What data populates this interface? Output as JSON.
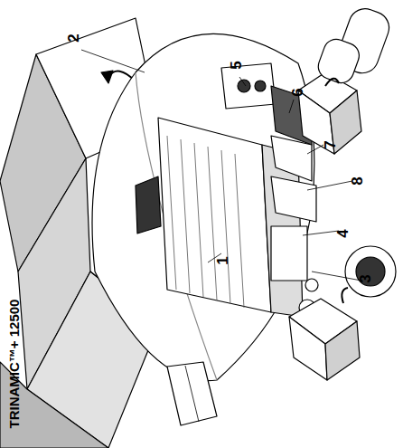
{
  "diagram": {
    "title": "TRINAMIC™+ 12500",
    "labels": [
      "1",
      "2",
      "3",
      "4",
      "5",
      "6",
      "7",
      "8"
    ]
  }
}
